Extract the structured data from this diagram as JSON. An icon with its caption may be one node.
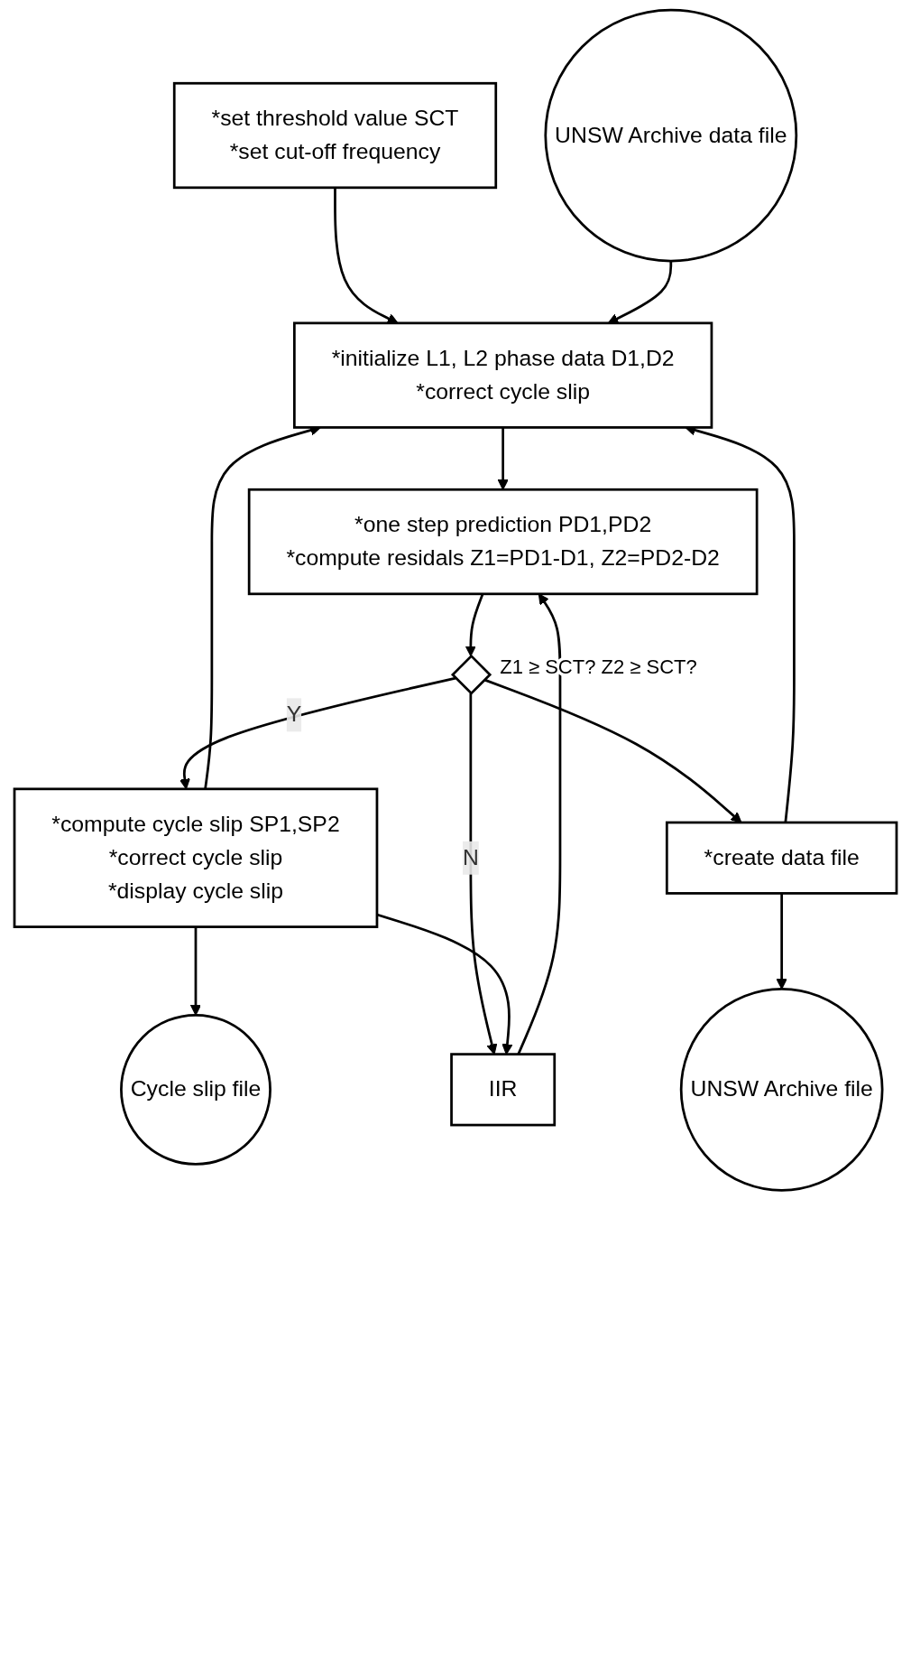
{
  "diagram": {
    "nodes": [
      {
        "text": [
          "*set threshold value SCT",
          "*set cut-off frequency"
        ]
      },
      {
        "text": [
          "UNSW Archive data file"
        ]
      },
      {
        "text": [
          "*initialize L1, L2 phase data D1,D2",
          "*correct cycle slip"
        ]
      },
      {
        "text": [
          "*one step prediction PD1,PD2",
          "*compute residals Z1=PD1-D1, Z2=PD2-D2"
        ]
      },
      {
        "text": [],
        "shape": "diamond",
        "beside": [
          "Z1 ≥ SCT? Z2 ≥ SCT?"
        ]
      },
      {
        "text": [
          "Cycle slip file"
        ]
      },
      {
        "text": [
          "*compute cycle slip SP1,SP2",
          "*correct cycle slip",
          "*display cycle slip"
        ]
      },
      {
        "text": [
          "IIR"
        ]
      },
      {
        "text": [
          "*create data file"
        ]
      },
      {
        "text": [
          "UNSW Archive file"
        ]
      }
    ],
    "edges": [
      {
        "from": 0,
        "to": 2,
        "arrow": "to"
      },
      {
        "from": 1,
        "to": 2,
        "arrow": "to"
      },
      {
        "from": 2,
        "to": 3,
        "arrow": "to"
      },
      {
        "from": 3,
        "to": 4,
        "arrow": "to"
      },
      {
        "from": 4,
        "to": 6,
        "arrow": "to",
        "label": "Y"
      },
      {
        "from": 4,
        "to": 7,
        "arrow": "to",
        "label": "N"
      },
      {
        "from": 4,
        "to": 8,
        "arrow": "to"
      },
      {
        "from": 6,
        "to": 5,
        "arrow": "to"
      },
      {
        "from": 6,
        "to": 7,
        "arrow": "to"
      },
      {
        "from": 6,
        "to": 2,
        "arrow": "to"
      },
      {
        "from": 7,
        "to": 3,
        "arrow": "to"
      },
      {
        "from": 8,
        "to": 2,
        "arrow": "to"
      },
      {
        "from": 8,
        "to": 9,
        "arrow": "to"
      }
    ]
  }
}
